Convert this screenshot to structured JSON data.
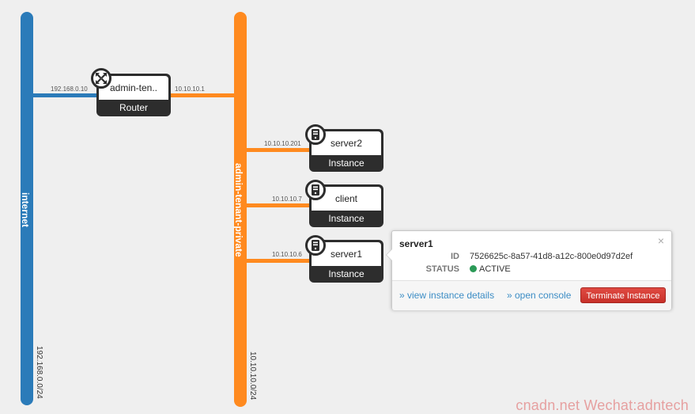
{
  "colors": {
    "external_network": "#2b7bb9",
    "private_network": "#ff8a1f",
    "node_dark": "#2d2d2d",
    "active_status": "#2b9a57",
    "terminate_button": "#d9403a",
    "link_blue": "#3c8dc5"
  },
  "networks": {
    "external": {
      "name": "internet",
      "cidr": "192.168.0.0/24"
    },
    "private": {
      "name": "admin-tenant-private",
      "cidr": "10.10.10.0/24"
    }
  },
  "router": {
    "name": "admin-ten..",
    "type": "Router",
    "icon": "router-icon",
    "external_ip": "192.168.0.10",
    "internal_ip": "10.10.10.1"
  },
  "instances": [
    {
      "name": "server2",
      "type": "Instance",
      "ip": "10.10.10.201",
      "icon": "server-icon"
    },
    {
      "name": "client",
      "type": "Instance",
      "ip": "10.10.10.7",
      "icon": "server-icon"
    },
    {
      "name": "server1",
      "type": "Instance",
      "ip": "10.10.10.6",
      "icon": "server-icon"
    }
  ],
  "popup": {
    "title": "server1",
    "close": "×",
    "id_label": "ID",
    "id_value": "7526625c-8a57-41d8-a12c-800e0d97d2ef",
    "status_label": "STATUS",
    "status_value": "ACTIVE",
    "view_details": "» view instance details",
    "open_console": "» open console",
    "terminate": "Terminate Instance"
  },
  "watermark": "cnadn.net Wechat:adntech"
}
